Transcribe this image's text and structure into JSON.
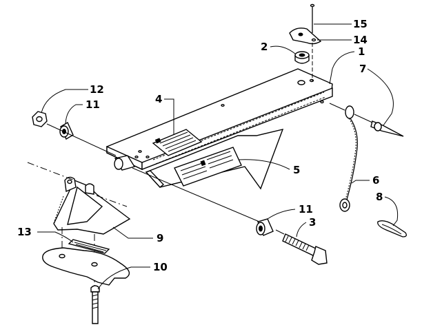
{
  "callouts": {
    "c1": "1",
    "c2": "2",
    "c3": "3",
    "c4": "4",
    "c5": "5",
    "c6": "6",
    "c7": "7",
    "c8": "8",
    "c9": "9",
    "c10": "10",
    "c11a": "11",
    "c11b": "11",
    "c12": "12",
    "c13": "13",
    "c14": "14",
    "c15": "15"
  },
  "colors": {
    "line": "#000000",
    "background": "#ffffff"
  }
}
